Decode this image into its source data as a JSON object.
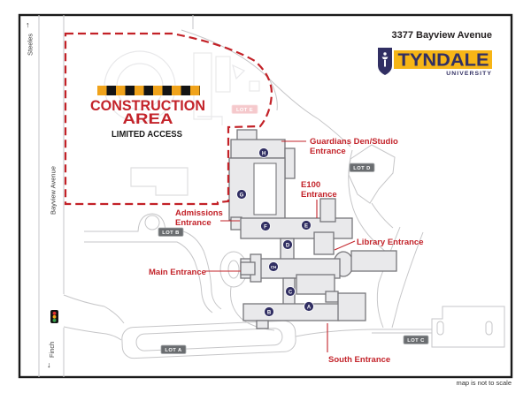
{
  "header": {
    "address": "3377 Bayview Avenue",
    "logo_wordmark": "TYNDALE",
    "logo_subtext": "UNIVERSITY"
  },
  "construction": {
    "line1": "CONSTRUCTION",
    "line2": "AREA",
    "line3": "LIMITED ACCESS"
  },
  "streets": {
    "steeles": "Steeles",
    "bayview": "Bayview Avenue",
    "finch": "Finch",
    "arrow_up": "↑",
    "arrow_down": "↓"
  },
  "labels": {
    "guardians_l1": "Guardians Den/Studio",
    "guardians_l2": "Entrance",
    "e100_l1": "E100",
    "e100_l2": "Entrance",
    "admissions_l1": "Admissions",
    "admissions_l2": "Entrance",
    "library": "Library Entrance",
    "main": "Main Entrance",
    "south": "South Entrance"
  },
  "lots": {
    "a": "LOT A",
    "b": "LOT B",
    "c": "LOT C",
    "d": "LOT D",
    "e": "LOT E"
  },
  "markers": {
    "a": "A",
    "b": "B",
    "c": "C",
    "ch": "CH",
    "d": "D",
    "e": "E",
    "f": "F",
    "g": "G",
    "h": "H"
  },
  "footer": {
    "note": "map is not to scale"
  },
  "colors": {
    "accent_red": "#c3232a",
    "navy": "#312f63",
    "gold": "#f7b516",
    "building_fill": "#e9e9eb",
    "lot_badge": "#6a6d70",
    "lot_e_badge": "#f5c9cc"
  }
}
